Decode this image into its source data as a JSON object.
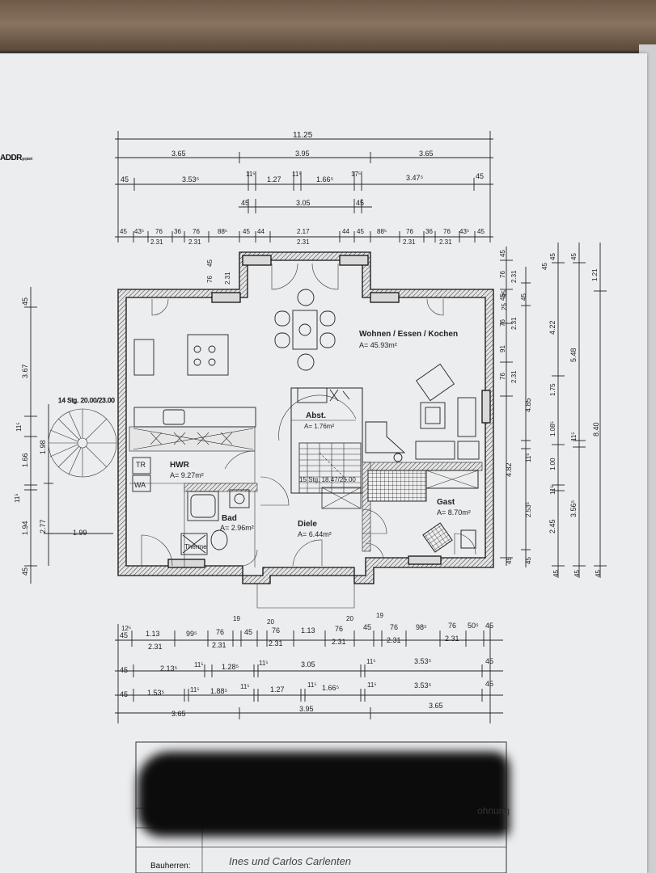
{
  "logo": {
    "brand": "ADDR",
    "suffix": "geplant"
  },
  "top_dims": {
    "total": "11.25",
    "row2": [
      "3.65",
      "3.95",
      "3.65"
    ],
    "row3": [
      "45",
      "3.53⁵",
      "11⁵",
      "1.27",
      "11⁵",
      "1.66⁵",
      "17⁵",
      "3.47⁵",
      "45"
    ],
    "row4": [
      "45",
      "3.05",
      "45"
    ],
    "row5_top": [
      "45",
      "43⁵",
      "76",
      "36",
      "76",
      "88⁵",
      "45",
      "44",
      "2.17",
      "44",
      "45",
      "88⁵",
      "76",
      "36",
      "76",
      "43⁵",
      "45"
    ],
    "row5_bot": [
      "2.31",
      "2.31",
      "2.31",
      "2.31",
      "2.31"
    ],
    "bump": [
      "76",
      "45",
      "2.31"
    ]
  },
  "bottom_dims": {
    "row1_top": [
      "12⁵",
      "19",
      "20",
      "20",
      "19"
    ],
    "row1": [
      "45",
      "1.13",
      "99⁵",
      "76",
      "45",
      "76",
      "1.13",
      "76",
      "45",
      "76",
      "98⁵",
      "76",
      "50⁵",
      "45"
    ],
    "row1_sub": [
      "2.31",
      "2.31",
      "2.31",
      "2.31",
      "2.31",
      "2.31"
    ],
    "row2": [
      "45",
      "2.13⁵",
      "11⁵",
      "1.28⁵",
      "11⁵",
      "3.05",
      "11⁵",
      "3.53⁵",
      "45"
    ],
    "row3": [
      "45",
      "1.53⁵",
      "11⁵",
      "1.88⁵",
      "11⁵",
      "1.27",
      "11⁵",
      "1.66⁵",
      "11⁵",
      "3.53⁵",
      "45"
    ],
    "row4": [
      "3.65",
      "3.95",
      "3.65"
    ]
  },
  "left_dims": {
    "outer": [
      "45",
      "3.67",
      "11⁵",
      "1.66",
      "11⁵",
      "1.94",
      "45"
    ],
    "inner": [
      "1.98",
      "2.77"
    ],
    "stair_note": "14 Stg. 20.00/23.00",
    "horizontal": "1.99"
  },
  "right_dims": {
    "c1": [
      "45",
      "76",
      "2.31",
      "45",
      "76",
      "2.31",
      "91",
      "76",
      "2.31",
      "4.82",
      "45"
    ],
    "c1b": [
      "45",
      "25",
      "45"
    ],
    "c2": [
      "4.85",
      "11⁵",
      "2.53⁵",
      "45"
    ],
    "c3": [
      "45",
      "1.75",
      "1.08⁵",
      "1.00",
      "11⁵",
      "2.45",
      "45"
    ],
    "c4": [
      "4.22",
      "45"
    ],
    "c5": [
      "45",
      "5.48",
      "11⁵",
      "3.56⁵",
      "45"
    ],
    "c6": [
      "1.21",
      "8.40",
      "45"
    ]
  },
  "rooms": {
    "wohnen": {
      "name": "Wohnen / Essen / Kochen",
      "area": "A= 45.93m²"
    },
    "hwr": {
      "name": "HWR",
      "area": "A= 9.27m²"
    },
    "bad": {
      "name": "Bad",
      "area": "A= 2.96m²"
    },
    "diele": {
      "name": "Diele",
      "area": "A= 6.44m²"
    },
    "gast": {
      "name": "Gast",
      "area": "A= 8.70m²"
    },
    "abst": {
      "name": "Abst.",
      "area": "A= 1.76m²"
    }
  },
  "fixtures": {
    "tr": "TR",
    "wa": "WA",
    "therme": "Therme",
    "stair": "15 Stg. 18.47/25.00"
  },
  "title_block": {
    "row_label": "Bauherren:",
    "owner": "Ines und Carlos Carlenten",
    "partial_word": "ohnung"
  }
}
